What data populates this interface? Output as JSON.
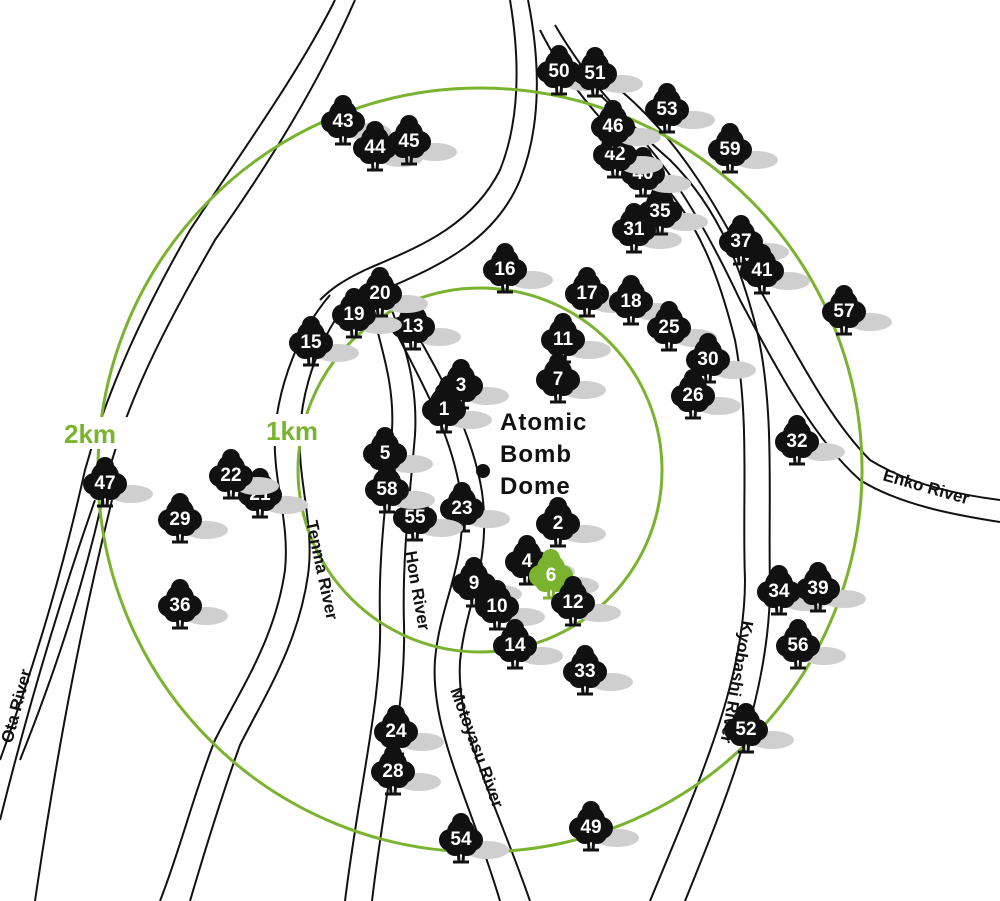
{
  "colors": {
    "ring": "#7ab32e",
    "tree": "#111111",
    "tree_highlight": "#7ab32e",
    "shadow": "#cfcfcf",
    "river_line": "#111111"
  },
  "center_label": [
    "Atomic",
    "Bomb",
    "Dome"
  ],
  "rings": [
    {
      "label": "1km"
    },
    {
      "label": "2km"
    }
  ],
  "rivers": [
    {
      "name": "Ota River"
    },
    {
      "name": "Tenma River"
    },
    {
      "name": "Hon River"
    },
    {
      "name": "Motoyasu River"
    },
    {
      "name": "Kyobashi River"
    },
    {
      "name": "Enko River"
    }
  ],
  "trees": [
    {
      "num": "1"
    },
    {
      "num": "2"
    },
    {
      "num": "3"
    },
    {
      "num": "4"
    },
    {
      "num": "5"
    },
    {
      "num": "6",
      "highlight": true
    },
    {
      "num": "7"
    },
    {
      "num": "9"
    },
    {
      "num": "10"
    },
    {
      "num": "11"
    },
    {
      "num": "12"
    },
    {
      "num": "13"
    },
    {
      "num": "14"
    },
    {
      "num": "15"
    },
    {
      "num": "16"
    },
    {
      "num": "17"
    },
    {
      "num": "18"
    },
    {
      "num": "19"
    },
    {
      "num": "20"
    },
    {
      "num": "21"
    },
    {
      "num": "22"
    },
    {
      "num": "23"
    },
    {
      "num": "24"
    },
    {
      "num": "25"
    },
    {
      "num": "26"
    },
    {
      "num": "28"
    },
    {
      "num": "29"
    },
    {
      "num": "30"
    },
    {
      "num": "31"
    },
    {
      "num": "32"
    },
    {
      "num": "33"
    },
    {
      "num": "34"
    },
    {
      "num": "35"
    },
    {
      "num": "36"
    },
    {
      "num": "37"
    },
    {
      "num": "39"
    },
    {
      "num": "40"
    },
    {
      "num": "41"
    },
    {
      "num": "42"
    },
    {
      "num": "43"
    },
    {
      "num": "44"
    },
    {
      "num": "45"
    },
    {
      "num": "46"
    },
    {
      "num": "47"
    },
    {
      "num": "49"
    },
    {
      "num": "50"
    },
    {
      "num": "51"
    },
    {
      "num": "52"
    },
    {
      "num": "53"
    },
    {
      "num": "54"
    },
    {
      "num": "55"
    },
    {
      "num": "56"
    },
    {
      "num": "57"
    },
    {
      "num": "58"
    },
    {
      "num": "59"
    }
  ]
}
